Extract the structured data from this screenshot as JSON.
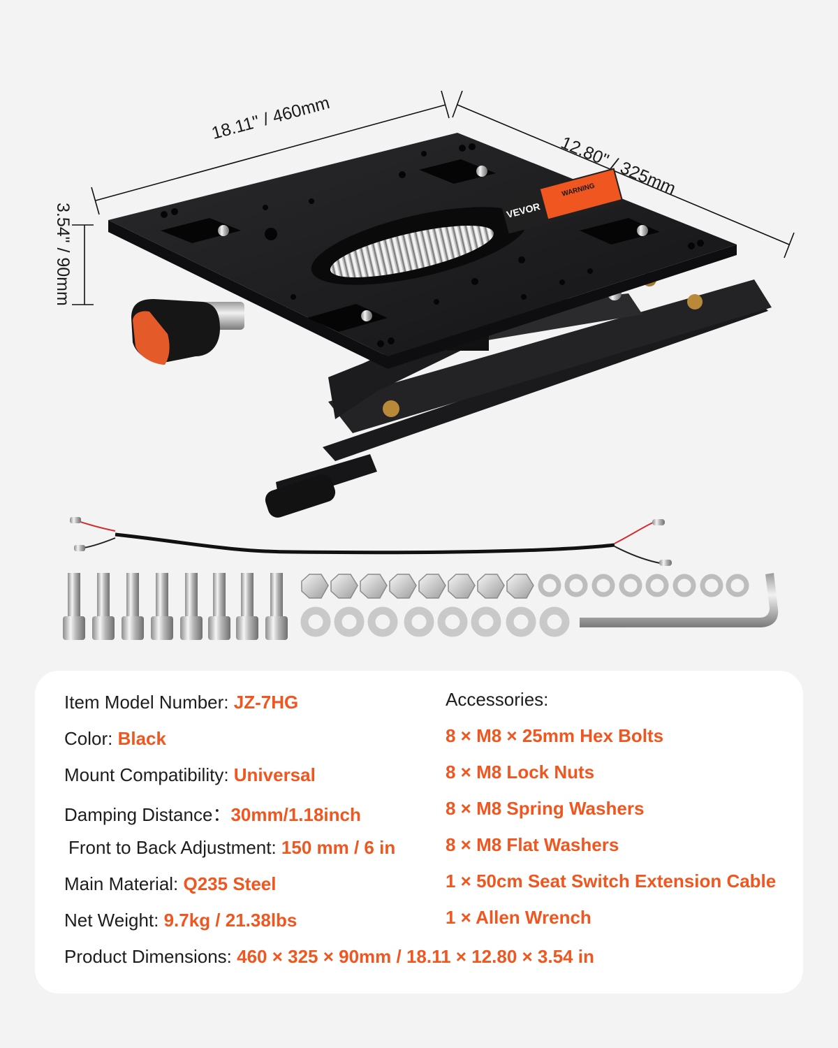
{
  "dimensions": {
    "width_label": "18.11\" / 460mm",
    "depth_label": "12.80\" / 325mm",
    "height_label": "3.54\" / 90mm"
  },
  "warning_label": {
    "brand": "VEVOR",
    "heading": "WARNING"
  },
  "specs": [
    {
      "label": "Item Model Number: ",
      "value": "JZ-7HG"
    },
    {
      "label": "Color: ",
      "value": "Black"
    },
    {
      "label": "Mount Compatibility: ",
      "value": "Universal"
    },
    {
      "label": "Damping Distance：",
      "value": "30mm/1.18inch"
    },
    {
      "label": "Front to Back Adjustment: ",
      "value": "150 mm / 6 in"
    },
    {
      "label": "Main Material: ",
      "value": "Q235 Steel"
    },
    {
      "label": "Net Weight: ",
      "value": "9.7kg / 21.38lbs"
    },
    {
      "label": "Product Dimensions: ",
      "value": "460 × 325 × 90mm / 18.11 × 12.80 × 3.54 in"
    }
  ],
  "accessories": {
    "title": "Accessories:",
    "items": [
      "8 × M8 × 25mm Hex Bolts",
      "8 × M8 Lock Nuts",
      "8 × M8 Spring Washers",
      "8 × M8 Flat Washers",
      "1 × 50cm Seat Switch Extension Cable",
      "1 × Allen Wrench"
    ]
  },
  "colors": {
    "accent": "#f0561f",
    "steel": "#1c1c1e",
    "background": "#f3f3f3",
    "card": "#ffffff"
  }
}
